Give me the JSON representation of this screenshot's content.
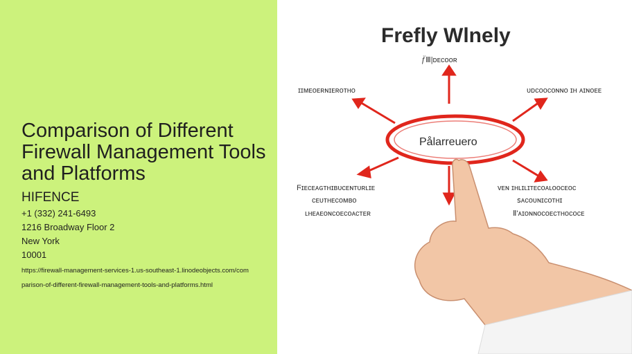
{
  "page": {
    "title": "Comparison of Different Firewall Management Tools and Platforms",
    "company": "HIFENCE",
    "phone": "+1 (332) 241-6493",
    "address": "1216 Broadway Floor 2",
    "city": "New York",
    "zip": "10001",
    "url": "https://firewall-management-services-1.us-southeast-1.linodeobjects.com/comparison-of-different-firewall-management-tools-and-platforms.html"
  },
  "illustration": {
    "heading": "Frefly Wlnely",
    "center_label": "Pålarreuero",
    "top_label": "ƒ̈Ⅲ|ᴅᴇᴄᴏᴏʀ",
    "left_top_label": "ɪɪᴍᴇᴏᴇʀɴɪᴇʀᴏᴛʜᴏ",
    "right_top_label": "ᴜᴅᴄᴏᴏᴄᴏɴɴᴏ ɪʜ ᴀɪɴᴏᴇᴇ",
    "left_bottom_lines": [
      "Ϝɪᴇᴄᴇᴀɢᴛʜɪʙᴜᴄᴇɴᴛᴜʀʟɪᴇ",
      "ᴄᴇᴜᴛʜᴇᴄᴏᴍʙᴏ",
      "ʟʜᴇᴀᴇᴏɴᴄᴏᴇᴄᴏᴀᴄᴛᴇʀ"
    ],
    "right_bottom_lines": [
      "ᴠᴇɴ ɪʜʟɪʟɪᴛᴇᴄᴏᴀʟᴏᴏᴄᴇᴏᴄ",
      "ꜱᴀᴄᴏᴜɴɪᴄᴏᴛʜɪ",
      "Ⅱ'ᴀɪᴏɴɴᴏᴄᴏᴇᴄᴛʜᴏᴄᴏᴄᴇ"
    ],
    "accent_color": "#e0261c"
  }
}
